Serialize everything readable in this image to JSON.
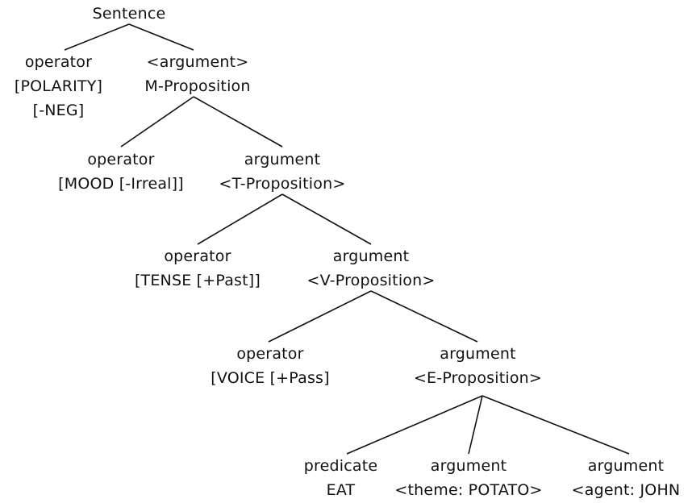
{
  "tree": {
    "root": {
      "lines": [
        "Sentence"
      ]
    },
    "level1": {
      "operator": {
        "lines": [
          "operator",
          "[POLARITY]",
          "[-NEG]"
        ]
      },
      "argument": {
        "lines": [
          "<argument>",
          "M-Proposition"
        ]
      }
    },
    "level2": {
      "operator": {
        "lines": [
          "operator",
          "[MOOD [-Irreal]]"
        ]
      },
      "argument": {
        "lines": [
          "argument",
          "<T-Proposition>"
        ]
      }
    },
    "level3": {
      "operator": {
        "lines": [
          "operator",
          "[TENSE [+Past]]"
        ]
      },
      "argument": {
        "lines": [
          "argument",
          "<V-Proposition>"
        ]
      }
    },
    "level4": {
      "operator": {
        "lines": [
          "operator",
          "[VOICE [+Pass]"
        ]
      },
      "argument": {
        "lines": [
          "argument",
          "<E-Proposition>"
        ]
      }
    },
    "level5": {
      "predicate": {
        "lines": [
          "predicate",
          "EAT"
        ]
      },
      "theme": {
        "lines": [
          "argument",
          "<theme: POTATO>"
        ]
      },
      "agent": {
        "lines": [
          "argument",
          "<agent: JOHN"
        ]
      }
    }
  }
}
